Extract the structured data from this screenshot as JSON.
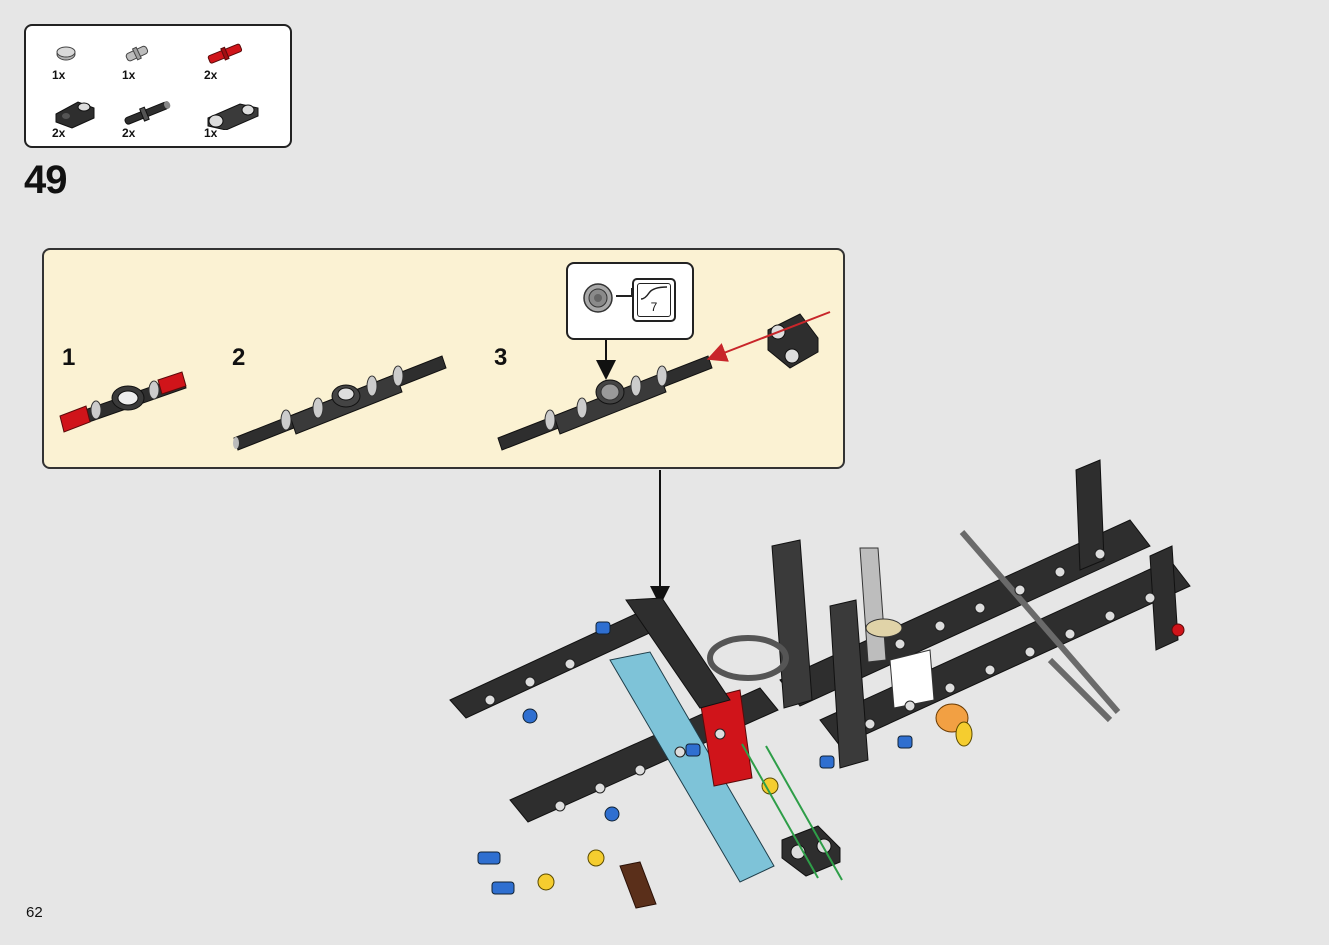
{
  "parts_list": {
    "items": [
      {
        "name": "bush-half-icon",
        "qty": "1x"
      },
      {
        "name": "friction-pin-icon",
        "qty": "1x"
      },
      {
        "name": "red-axle-pin-icon",
        "qty": "2x"
      },
      {
        "name": "connector-perpendicular-icon",
        "qty": "2x"
      },
      {
        "name": "black-axle-pin-icon",
        "qty": "2x"
      },
      {
        "name": "cross-block-icon",
        "qty": "1x"
      }
    ]
  },
  "step": {
    "number": "49"
  },
  "substeps": {
    "items": [
      {
        "number": "1"
      },
      {
        "number": "2"
      },
      {
        "number": "3"
      }
    ],
    "axle_length": "7"
  },
  "page": {
    "number": "62"
  },
  "colors": {
    "panel_bg": "#fbf2d3",
    "page_bg": "#e6e6e6",
    "arrow_red": "#c8262a",
    "arrow_green": "#2e9e48",
    "brick_black": "#2e2e2e",
    "brick_grey": "#9a9a9a",
    "brick_red": "#d0141a",
    "brick_blue": "#2f6fd0",
    "brick_azure": "#7ec3d8",
    "brick_orange": "#f2a043",
    "brick_yellow": "#f5cd2f"
  }
}
